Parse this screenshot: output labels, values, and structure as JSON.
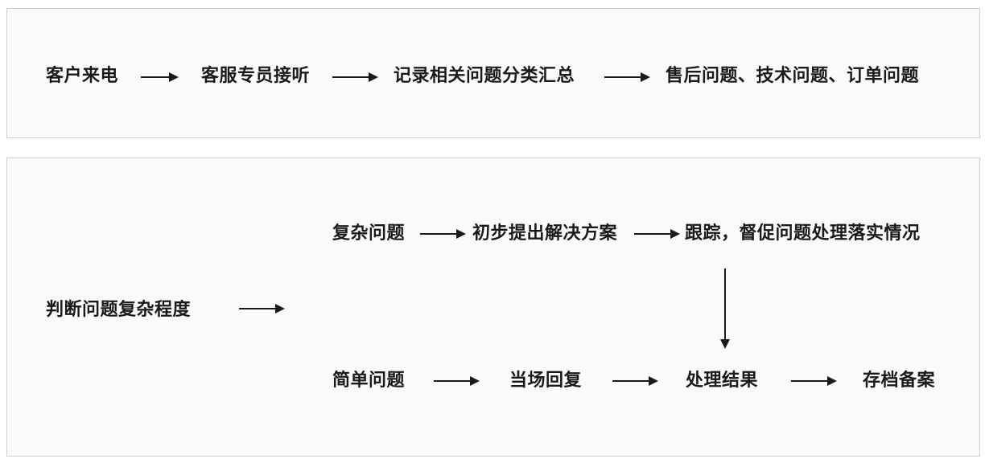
{
  "intake": {
    "step1": "客户来电",
    "step2": "客服专员接听",
    "step3": "记录相关问题分类汇总",
    "step4": "售后问题、技术问题、订单问题"
  },
  "handling": {
    "judge": "判断问题复杂程度",
    "complex": {
      "label": "复杂问题",
      "step1": "初步提出解决方案",
      "step2": "跟踪，督促问题处理落实情况"
    },
    "simple": {
      "label": "简单问题",
      "step1": "当场回复",
      "step2": "处理结果",
      "step3": "存档备案"
    }
  }
}
